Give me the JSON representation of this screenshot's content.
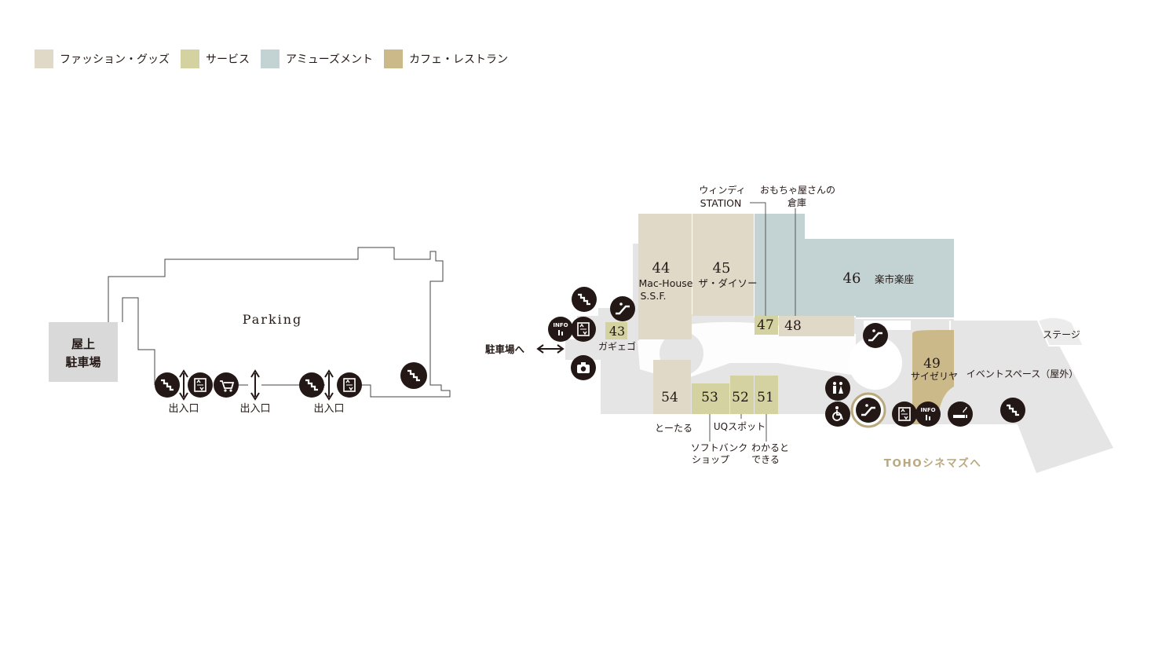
{
  "legend": [
    {
      "label": "ファッション・グッズ",
      "color": "#e0d9c8"
    },
    {
      "label": "サービス",
      "color": "#d3d2a0"
    },
    {
      "label": "アミューズメント",
      "color": "#c3d2d3"
    },
    {
      "label": "カフェ・レストラン",
      "color": "#ccb98a"
    }
  ],
  "colors": {
    "fashion": "#e0d9c8",
    "service": "#d3d2a0",
    "amusement": "#c3d2d3",
    "cafe": "#ccb98a",
    "common": "#e5e5e5",
    "icon_bg": "#231815",
    "gold": "#bba97e"
  },
  "left_map": {
    "rooftop_label_1": "屋上",
    "rooftop_label_2": "駐車場",
    "parking_label": "Parking",
    "exits": [
      "出入口",
      "出入口",
      "出入口"
    ]
  },
  "parking_link": "駐車場へ",
  "toho_link": "TOHOシネマズへ",
  "stores": {
    "s43": {
      "num": "43",
      "name": "ガギェゴ"
    },
    "s44": {
      "num": "44",
      "name1": "Mac-House",
      "name2": "S.S.F."
    },
    "s45": {
      "num": "45",
      "name": "ザ・ダイソー"
    },
    "s46": {
      "num": "46",
      "name": "楽市楽座"
    },
    "s47": {
      "num": "47",
      "name1": "ウィンディ",
      "name2": "STATION"
    },
    "s48": {
      "num": "48",
      "name1": "おもちゃ屋さんの",
      "name2": "倉庫"
    },
    "s49": {
      "num": "49",
      "name": "サイゼリヤ"
    },
    "s51": {
      "num": "51",
      "name1": "わかると",
      "name2": "できる"
    },
    "s52": {
      "num": "52",
      "name": "UQスポット"
    },
    "s53": {
      "num": "53",
      "name1": "ソフトバンク",
      "name2": "ショップ"
    },
    "s54": {
      "num": "54",
      "name": "とーたる"
    }
  },
  "areas": {
    "stage": "ステージ",
    "event_space": "イベントスペース（屋外）"
  },
  "icons": {
    "info_text": "INFO"
  }
}
